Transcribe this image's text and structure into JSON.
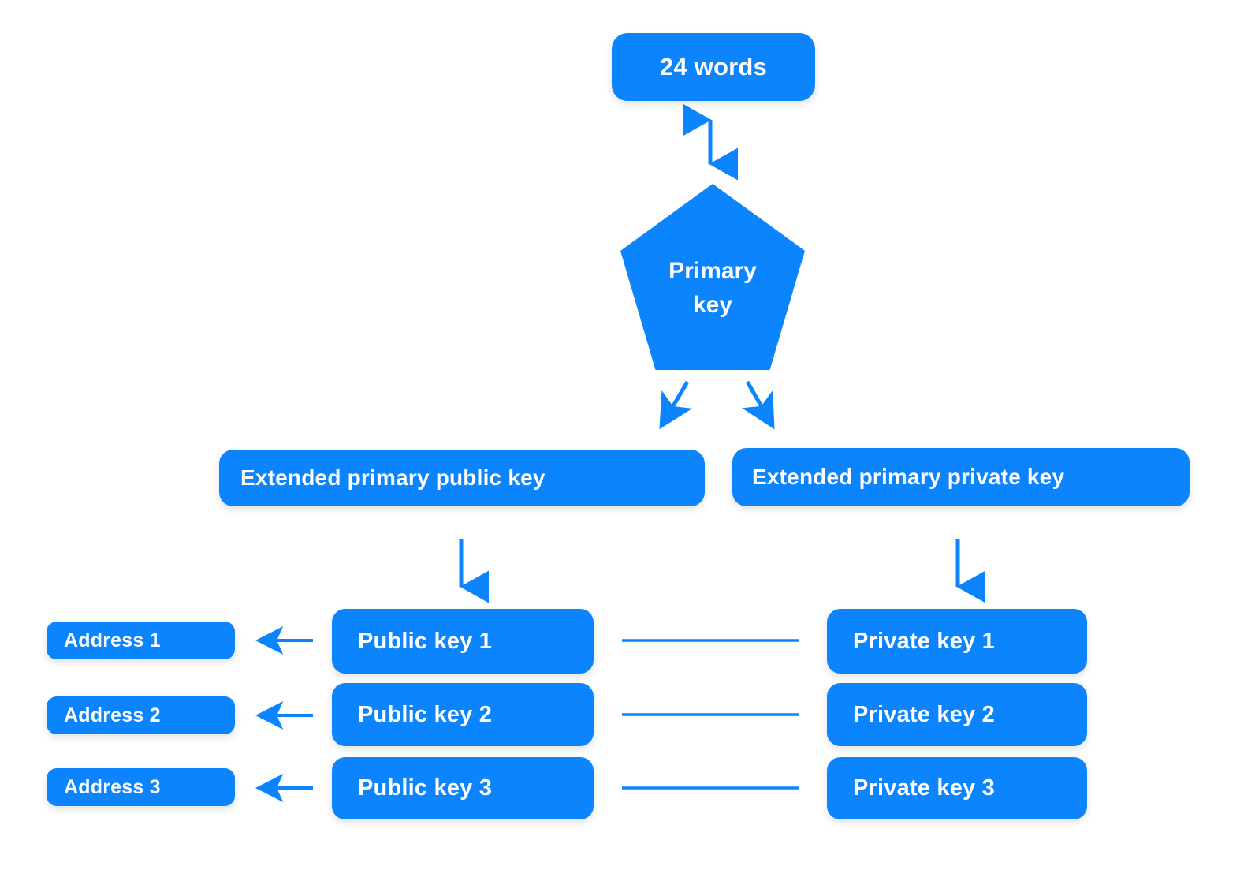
{
  "diagram": {
    "title": "Hierarchical deterministic wallet key derivation",
    "accent_color": "#0b84fe",
    "background_color": "#ffffff",
    "text_color": "#ffffff"
  },
  "nodes": {
    "seed_words": "24 words",
    "primary_key_line1": "Primary",
    "primary_key_line2": "key",
    "extended_public": "Extended primary public key",
    "extended_private": "Extended primary private key"
  },
  "columns": {
    "addresses": [
      {
        "label": "Address 1"
      },
      {
        "label": "Address 2"
      },
      {
        "label": "Address 3"
      }
    ],
    "public_keys": [
      {
        "label": "Public key 1"
      },
      {
        "label": "Public key 2"
      },
      {
        "label": "Public key 3"
      }
    ],
    "private_keys": [
      {
        "label": "Private key 1"
      },
      {
        "label": "Private key 2"
      },
      {
        "label": "Private key 3"
      }
    ]
  },
  "connectors": [
    {
      "name": "words-to-primary-key",
      "style": "double-arrow-vertical"
    },
    {
      "name": "primary-key-to-extended-public",
      "style": "arrow-diagonal-left"
    },
    {
      "name": "primary-key-to-extended-private",
      "style": "arrow-diagonal-right"
    },
    {
      "name": "extended-public-to-public-keys",
      "style": "arrow-vertical"
    },
    {
      "name": "extended-private-to-private-keys",
      "style": "arrow-vertical"
    },
    {
      "name": "public-key-1-to-address-1",
      "style": "arrow-left"
    },
    {
      "name": "public-key-2-to-address-2",
      "style": "arrow-left"
    },
    {
      "name": "public-key-3-to-address-3",
      "style": "arrow-left"
    },
    {
      "name": "public-key-1-private-key-1-link",
      "style": "line"
    },
    {
      "name": "public-key-2-private-key-2-link",
      "style": "line"
    },
    {
      "name": "public-key-3-private-key-3-link",
      "style": "line"
    }
  ]
}
